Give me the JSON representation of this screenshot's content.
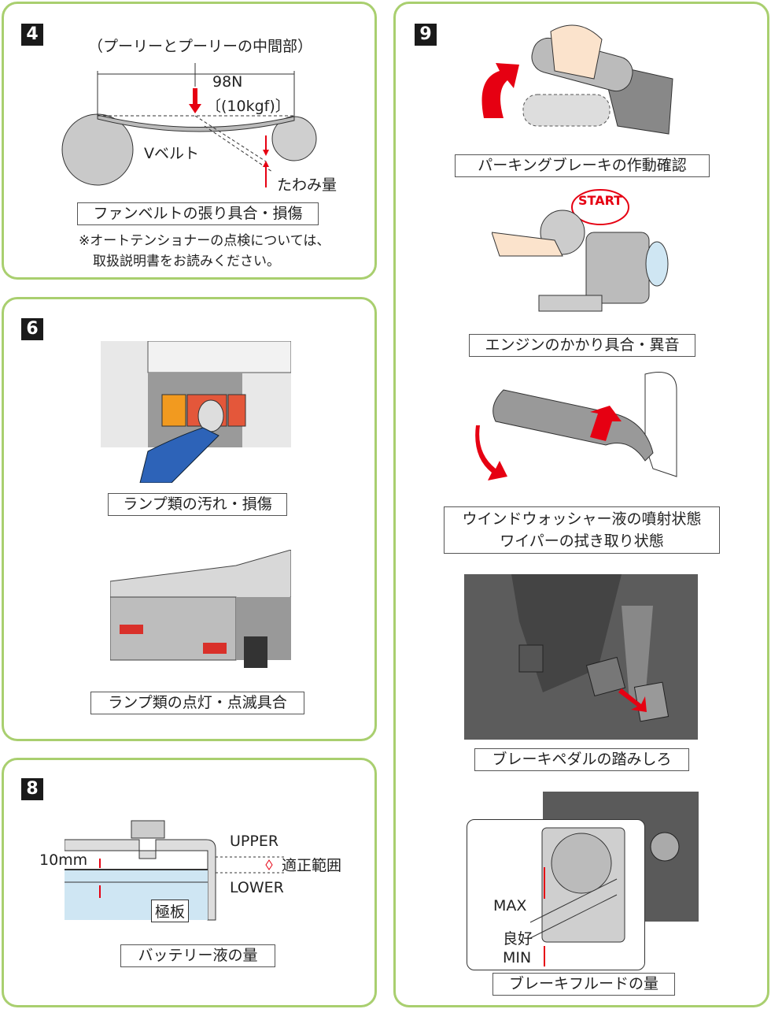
{
  "sections": {
    "s4": {
      "number": "4",
      "label_position": "（プーリーとプーリーの中間部）",
      "force_n": "98N",
      "force_kgf": "〔(10kgf)〕",
      "belt_label": "Vベルト",
      "deflection_label": "たわみ量",
      "caption": "ファンベルトの張り具合・損傷",
      "note_line1": "※オートテンショナーの点検については、",
      "note_line2": "取扱説明書をお読みください。"
    },
    "s6": {
      "number": "6",
      "caption1": "ランプ類の汚れ・損傷",
      "caption2": "ランプ類の点灯・点滅具合"
    },
    "s8": {
      "number": "8",
      "upper": "UPPER",
      "lower": "LOWER",
      "level_gap": "10mm",
      "proper_range": "適正範囲",
      "plate": "極板",
      "caption": "バッテリー液の量"
    },
    "s9": {
      "number": "9",
      "caption1": "パーキングブレーキの作動確認",
      "start_label": "START",
      "caption2": "エンジンのかかり具合・異音",
      "caption3_line1": "ウインドウォッシャー液の噴射状態",
      "caption3_line2": "ワイパーの拭き取り状態",
      "caption4": "ブレーキペダルの踏みしろ",
      "max": "MAX",
      "good": "良好",
      "min": "MIN",
      "caption5": "ブレーキフルードの量"
    }
  },
  "colors": {
    "border": "#a9cf6f",
    "accent_red": "#e60012"
  }
}
